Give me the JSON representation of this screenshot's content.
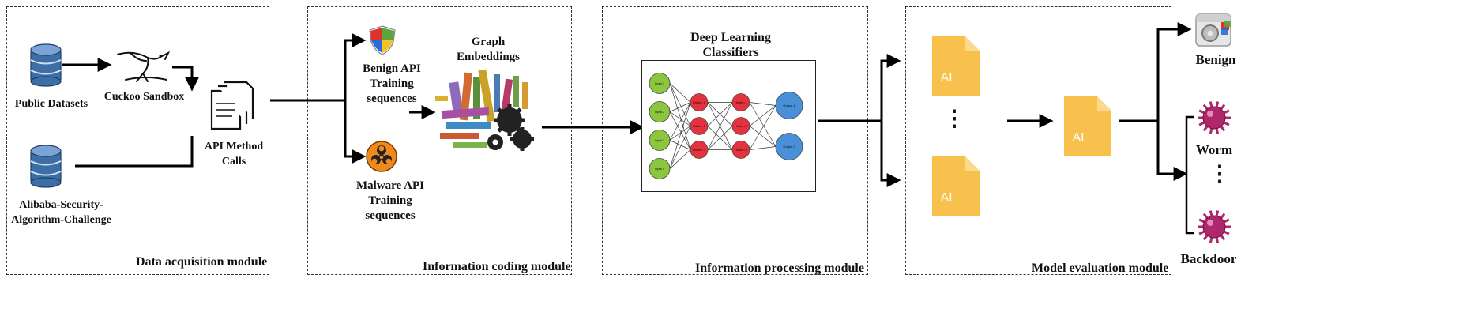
{
  "modules": {
    "acquisition": {
      "title": "Data acquisition module",
      "public_datasets": "Public Datasets",
      "cuckoo_sandbox": "Cuckoo Sandbox",
      "alibaba_line1": "Alibaba-Security-",
      "alibaba_line2": "Algorithm-Challenge",
      "api_calls_line1": "API Method",
      "api_calls_line2": "Calls"
    },
    "coding": {
      "title": "Information coding module",
      "benign_line1": "Benign API",
      "benign_line2": "Training",
      "benign_line3": "sequences",
      "malware_line1": "Malware API",
      "malware_line2": "Training",
      "malware_line3": "sequences",
      "graph_line1": "Graph",
      "graph_line2": "Embeddings"
    },
    "processing": {
      "title": "Information processing module",
      "dl_line1": "Deep Learning",
      "dl_line2": "Classifiers",
      "input_nodes": [
        "Input 1",
        "Input 2",
        "Input 3",
        "Input 4"
      ],
      "hidden1_nodes": [
        "Hidden 1",
        "Hidden 2",
        "Hidden 3"
      ],
      "hidden2_nodes": [
        "Hidden 1",
        "Hidden 2",
        "Hidden 3"
      ],
      "output_nodes": [
        "Output 1",
        "Output 2"
      ]
    },
    "evaluation": {
      "title": "Model evaluation module",
      "ai_label": "AI",
      "vdots": "⋮"
    }
  },
  "outputs": {
    "benign": "Benign",
    "worm": "Worm",
    "backdoor": "Backdoor",
    "vdots": "⋮"
  },
  "colors": {
    "db_blue": "#3d6ea5",
    "ai_orange": "#f8c04c",
    "nn_input": "#8cc63f",
    "nn_hidden": "#e5323c",
    "nn_output": "#4a90d9",
    "virus": "#b0286b"
  }
}
